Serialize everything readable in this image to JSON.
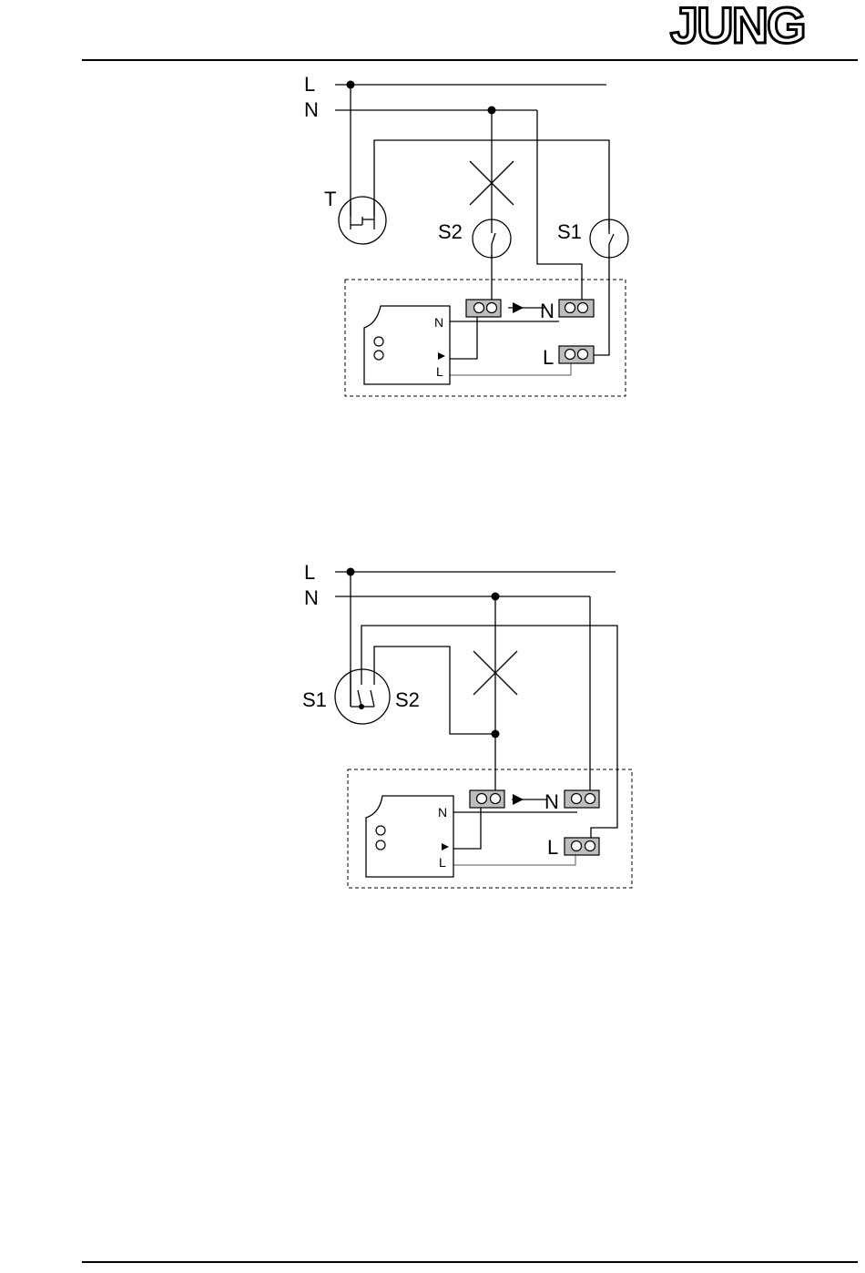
{
  "header": {
    "logo_text": "JUNG"
  },
  "diagram_top": {
    "line_labels": {
      "phase": "L",
      "neutral": "N"
    },
    "pushbutton_label": "T",
    "switch_labels": {
      "s2": "S2",
      "s1": "S1"
    },
    "terminal_labels": {
      "neutral": "N",
      "phase": "L"
    },
    "module_labels": {
      "neutral": "N",
      "phase": "L"
    }
  },
  "diagram_bottom": {
    "line_labels": {
      "phase": "L",
      "neutral": "N"
    },
    "switch_labels": {
      "s1": "S1",
      "s2": "S2"
    },
    "terminal_labels": {
      "neutral": "N",
      "phase": "L"
    },
    "module_labels": {
      "neutral": "N",
      "phase": "L"
    }
  }
}
